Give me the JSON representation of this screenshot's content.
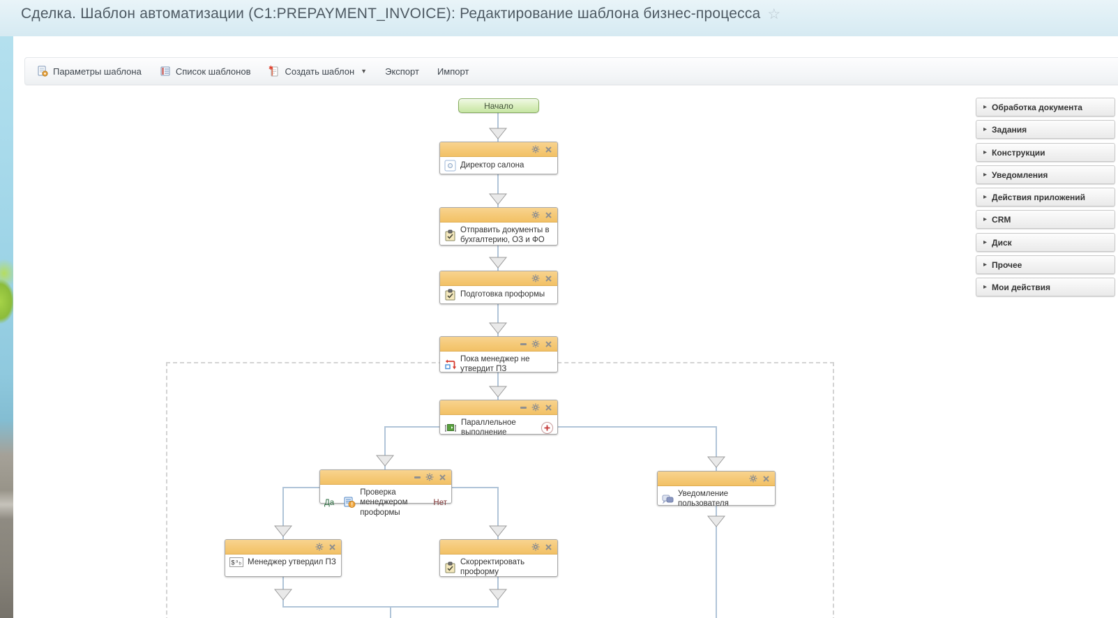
{
  "page": {
    "title": "Сделка. Шаблон автоматизации (C1:PREPAYMENT_INVOICE): Редактирование шаблона бизнес-процесса",
    "favorite_icon": "star-outline-icon",
    "favorite_glyph": "☆"
  },
  "toolbar": {
    "items": [
      {
        "label": "Параметры шаблона",
        "icon": "template-settings-icon"
      },
      {
        "label": "Список шаблонов",
        "icon": "template-list-icon"
      },
      {
        "label": "Создать шаблон",
        "icon": "create-template-icon",
        "dropdown_glyph": "▼"
      },
      {
        "label": "Экспорт"
      },
      {
        "label": "Импорт"
      }
    ]
  },
  "canvas": {
    "start_label": "Начало",
    "branch_labels": {
      "yes": "Да",
      "no": "Нет"
    },
    "nodes": {
      "director": {
        "title": "Директор салона",
        "icon": "user-select-icon"
      },
      "send_docs": {
        "title": "Отправить документы в бухгалтерию, ОЗ и ФО",
        "icon": "task-icon"
      },
      "prepare_proforma": {
        "title": "Подготовка проформы",
        "icon": "task-icon"
      },
      "while_loop": {
        "title": "Пока менеджер не утвердит ПЗ",
        "icon": "while-loop-icon"
      },
      "parallel": {
        "title": "Параллельное выполнение",
        "icon": "parallel-icon"
      },
      "check": {
        "title": "Проверка менеджером проформы",
        "icon": "condition-icon"
      },
      "approved": {
        "title": "Менеджер утвердил ПЗ",
        "icon": "set-variable-icon"
      },
      "correct": {
        "title": "Скорректировать проформу",
        "icon": "task-icon"
      },
      "notify": {
        "title": "Уведомление пользователя",
        "icon": "notification-icon"
      }
    }
  },
  "sidebar": {
    "categories": [
      "Обработка документа",
      "Задания",
      "Конструкции",
      "Уведомления",
      "Действия приложений",
      "CRM",
      "Диск",
      "Прочее",
      "Мои действия"
    ]
  },
  "colors": {
    "block_header_orange": "#f5c977",
    "start_node_green": "#d7edba",
    "connector_blue": "#b0c4d8",
    "yes_green": "#2d6e42",
    "no_red": "#7e3434",
    "title_gray": "#4d5962",
    "background_blue": "#ddeef5"
  }
}
